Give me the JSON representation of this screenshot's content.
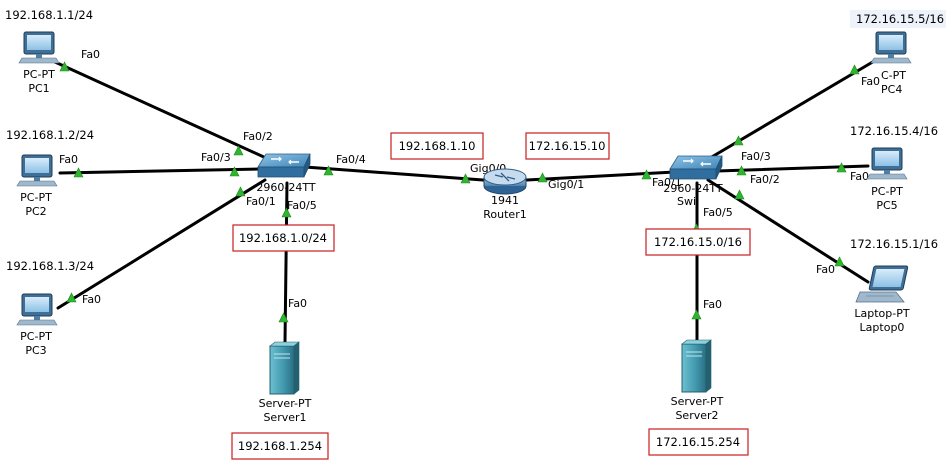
{
  "colors": {
    "link": "#000000",
    "port_indicator": "#2fb52f",
    "annotation_border": "#c91f1f",
    "device_blue": "#3f86b8",
    "server_teal": "#4a9fb3"
  },
  "devices": {
    "pc1": {
      "type": "PC-PT",
      "name": "PC1",
      "ip": "192.168.1.1/24",
      "port": "Fa0",
      "icon": "pc-icon"
    },
    "pc2": {
      "type": "PC-PT",
      "name": "PC2",
      "ip": "192.168.1.2/24",
      "port": "Fa0",
      "icon": "pc-icon"
    },
    "pc3": {
      "type": "PC-PT",
      "name": "PC3",
      "ip": "192.168.1.3/24",
      "port": "Fa0",
      "icon": "pc-icon"
    },
    "pc4": {
      "type": "C-PT",
      "name": "PC4",
      "ip": "172.16.15.5/16",
      "port": "Fa0",
      "icon": "pc-icon"
    },
    "pc5": {
      "type": "PC-PT",
      "name": "PC5",
      "ip": "172.16.15.4/16",
      "port": "Fa0",
      "icon": "pc-icon"
    },
    "laptop0": {
      "type": "Laptop-PT",
      "name": "Laptop0",
      "ip": "172.16.15.1/16",
      "port": "Fa0",
      "icon": "laptop-icon"
    },
    "server1": {
      "type": "Server-PT",
      "name": "Server1",
      "ip": "192.168.1.254",
      "port": "Fa0",
      "icon": "server-icon"
    },
    "server2": {
      "type": "Server-PT",
      "name": "Server2",
      "ip": "172.16.15.254",
      "port": "Fa0",
      "icon": "server-icon"
    },
    "switch0": {
      "model": "2960-24TT",
      "ports": [
        "Fa0/2",
        "Fa0/3",
        "Fa0/1",
        "Fa0/5",
        "Fa0/4"
      ],
      "icon": "switch-icon"
    },
    "switch1": {
      "model": "2960-24TT",
      "name": "Swi",
      "ports": [
        "Fa0/3",
        "Fa0/2",
        "Fa0/1",
        "Fa0/5"
      ],
      "icon": "switch-icon"
    },
    "router1": {
      "model": "1941",
      "name": "Router1",
      "ports": [
        "Gig0/0",
        "Gig0/1"
      ],
      "icon": "router-icon"
    }
  },
  "annotations": {
    "router_gig00": "192.168.1.10",
    "router_gig01": "172.16.15.10",
    "lan1_network": "192.168.1.0/24",
    "lan2_network": "172.16.15.0/16",
    "server1_ip": "192.168.1.254",
    "server2_ip": "172.16.15.254"
  }
}
